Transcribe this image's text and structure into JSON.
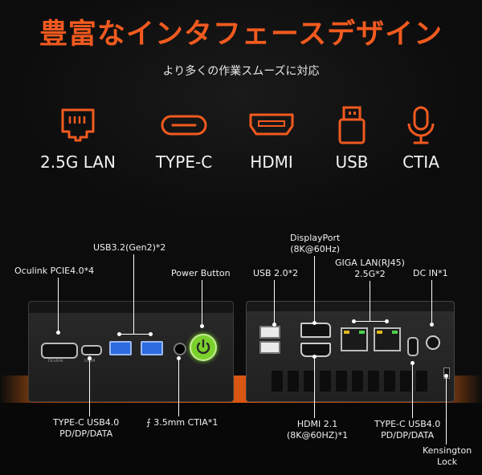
{
  "header": {
    "title": "豊富なインタフェースデザイン",
    "subtitle": "より多くの作業スムーズに対応"
  },
  "features": [
    {
      "icon": "ethernet-port-icon",
      "label": "2.5G LAN"
    },
    {
      "icon": "type-c-port-icon",
      "label": "TYPE-C"
    },
    {
      "icon": "hdmi-port-icon",
      "label": "HDMI"
    },
    {
      "icon": "usb-port-icon",
      "label": "USB"
    },
    {
      "icon": "microphone-icon",
      "label": "CTIA"
    }
  ],
  "front_panel": {
    "oculink": "Oculink PCIE4.0*4",
    "usb32": "USB3.2(Gen2)*2",
    "power": "Power Button",
    "typec": "TYPE-C USB4.0\nPD/DP/DATA",
    "ctia": "⨍ 3.5mm CTIA*1",
    "port_oculink": "Oculink",
    "port_usb4": "USB4"
  },
  "rear_panel": {
    "displayport": "DisplayPort\n(8K@60Hz)",
    "usb20": "USB 2.0*2",
    "giga_lan": "GIGA LAN(RJ45)\n2.5G*2",
    "dc_in": "DC IN*1",
    "hdmi": "HDMI 2.1\n(8K@60HZ)*1",
    "typec": "TYPE-C USB4.0\nPD/DP/DATA",
    "kensington": "Kensington\nLock"
  },
  "colors": {
    "accent": "#f15a1f",
    "text": "#f2f2f2",
    "power_button": "#7bd12c"
  }
}
